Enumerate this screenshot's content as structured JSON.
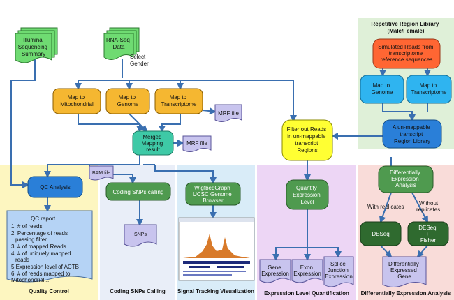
{
  "docs": {
    "illumina": [
      "Illumina",
      "Sequencing",
      "Summary"
    ],
    "rnaseq": [
      "RNA-Seq",
      "Data"
    ]
  },
  "select_gender": [
    "Select",
    "Gender"
  ],
  "map_mito": [
    "Map to",
    "Mitochondrial"
  ],
  "map_genome": [
    "Map to",
    "Genome"
  ],
  "map_transcriptome": [
    "Map to",
    "Transcriptome"
  ],
  "mrf_file_1": "MRF file",
  "merged": [
    "Merged",
    "Mapping",
    "result"
  ],
  "mrf_file_2": "MRF file",
  "bam_file": "BAM file",
  "filter": [
    "Filter out Reads",
    "in un-mappable",
    "transcript",
    "Regions"
  ],
  "repetitive": {
    "title": [
      "Repetitive Region Library",
      "(Male/Female)"
    ],
    "simulated": [
      "Simulated Reads from",
      "transcriptome",
      "reference sequences"
    ],
    "map_genome": [
      "Map to",
      "Genome"
    ],
    "map_transcriptome": [
      "Map to",
      "Transcriptome"
    ],
    "library": [
      "A un-mappable",
      "transcript",
      "Region Library"
    ]
  },
  "qc": {
    "analysis": "QC Analysis",
    "report": [
      "QC report",
      "1. # of reads",
      "2. Percentage of reads",
      "passing filter",
      "3. # of mapped Reads",
      "4. # of uniquely mapped",
      "reads",
      "5.Expression level of  ACTB",
      "6. # of reads mapped to",
      "Mitochondrial..."
    ],
    "panel": "Quality Control"
  },
  "snps": {
    "calling": "Coding SNPs calling",
    "file": "SNPs",
    "panel": "Coding SNPs Calling"
  },
  "signal": {
    "node": [
      "WigfbedGraph",
      "UCSC Genome",
      "Browser"
    ],
    "panel": "Signal Tracking Visualization"
  },
  "expression": {
    "quantify": [
      "Quantify",
      "Expression",
      "Level"
    ],
    "gene": [
      "Gene",
      "Expression"
    ],
    "exon": [
      "Exon",
      "Expression"
    ],
    "splice": [
      "Splice",
      "Junction",
      "Expression"
    ],
    "panel": "Expression Level Quantification"
  },
  "differential": {
    "analysis": [
      "Differentially",
      "Expression",
      "Analysis"
    ],
    "with": "With replicates",
    "without": [
      "Without",
      "replicates"
    ],
    "deseq": "DESeq",
    "deseq_fisher": [
      "DESeq",
      "+",
      "Fisher"
    ],
    "genes": [
      "Differentially",
      "Expressed",
      "Gene"
    ],
    "panel": "Differentially Expression Analysis"
  },
  "colors": {
    "green_doc": "#6fdb72",
    "orange": "#f5b731",
    "teal": "#3ec9a6",
    "blue": "#2fb4f0",
    "yellow": "#ffff33",
    "red": "#ff6633",
    "dark_green": "#4f9a4f",
    "lavender": "#c8c4ee",
    "arrow": "#3a6fb0"
  }
}
